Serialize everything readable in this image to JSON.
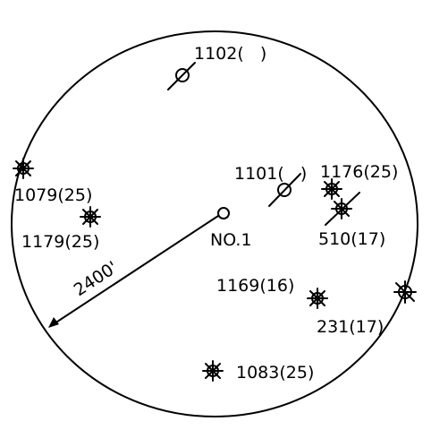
{
  "colors": {
    "ink": "#000000",
    "paper": "#ffffff"
  },
  "center_well": {
    "label": "NO.1",
    "icon": "open-circle-well-icon"
  },
  "radius": {
    "label": "2400'"
  },
  "wells": [
    {
      "id": "w1102",
      "label": "1102(   )",
      "symbol": "dry-hole"
    },
    {
      "id": "w1101",
      "label": "1101(   )",
      "symbol": "dry-hole"
    },
    {
      "id": "w1176",
      "label": "1176(25)",
      "symbol": "gas-well"
    },
    {
      "id": "w510",
      "label": "510(17)",
      "symbol": "gas-well-abandoned"
    },
    {
      "id": "w1079",
      "label": "1079(25)",
      "symbol": "gas-well"
    },
    {
      "id": "w1179",
      "label": "1179(25)",
      "symbol": "gas-well"
    },
    {
      "id": "w1169",
      "label": "1169(16)",
      "symbol": "gas-well"
    },
    {
      "id": "w231",
      "label": "231(17)",
      "symbol": "gas-well"
    },
    {
      "id": "w1083",
      "label": "1083(25)",
      "symbol": "gas-well"
    },
    {
      "id": "wEdge",
      "label": "",
      "symbol": "oil-well-abandoned"
    }
  ]
}
